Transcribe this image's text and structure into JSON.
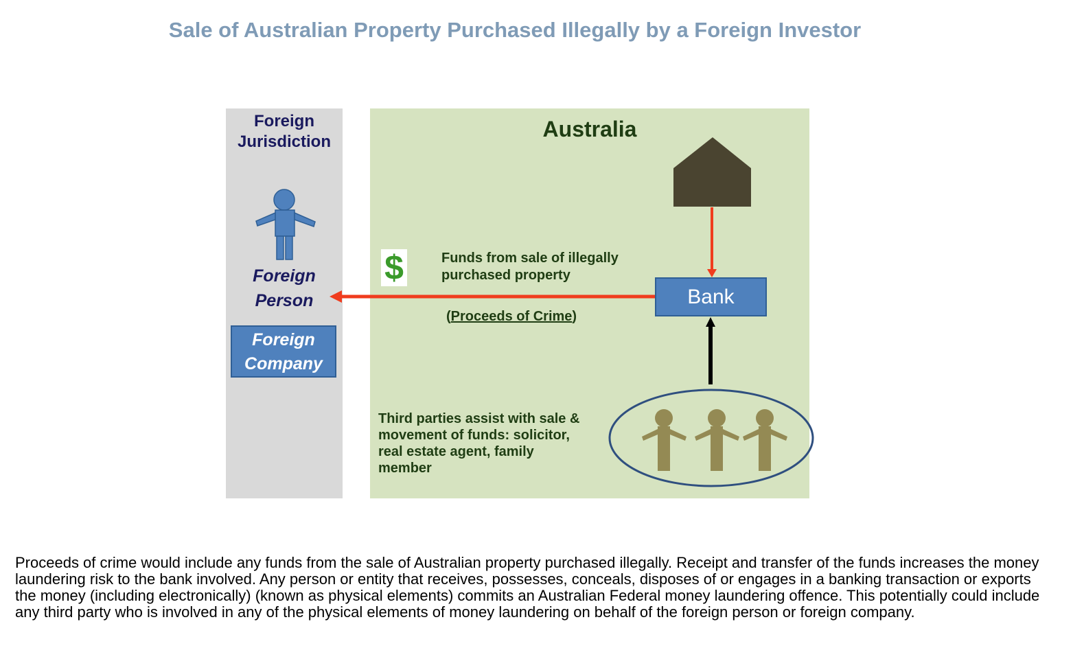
{
  "title": "Sale of Australian Property Purchased Illegally by a Foreign Investor",
  "foreign_panel": {
    "label": "Foreign Jurisdiction",
    "person_label": "Foreign\nPerson",
    "company_label": "Foreign\nCompany"
  },
  "australia_panel": {
    "label": "Australia",
    "bank_label": "Bank",
    "funds_text": "Funds from sale of  illegally\npurchased property",
    "proceeds_open": "(",
    "proceeds_text": "Proceeds of Crime",
    "proceeds_close": ")",
    "third_parties_text": "Third parties assist with sale &\nmovement of funds: solicitor,\nreal estate agent, family\nmember",
    "dollar_symbol": "$"
  },
  "icons": {
    "house": "house-icon",
    "person": "person-icon",
    "group": "people-group-icon",
    "money": "dollar-icon"
  },
  "colors": {
    "foreign_panel": "#d9d9d9",
    "australia_panel": "#d6e3c0",
    "box_blue": "#4f81bd",
    "arrow_red": "#f03c1e",
    "house": "#4a4430",
    "people": "#948a54",
    "title": "#7f9bb6"
  },
  "caption": "Proceeds of crime would include any funds from the sale of Australian property purchased illegally.  Receipt and transfer of the funds increases the money laundering risk to the bank involved.  Any person or entity that receives, possesses, conceals, disposes of or engages in a banking transaction or exports the money (including electronically) (known as physical elements) commits an Australian Federal money laundering offence.  This potentially could include any third party who is involved in any of the physical elements of money laundering on behalf of the foreign person or foreign company."
}
